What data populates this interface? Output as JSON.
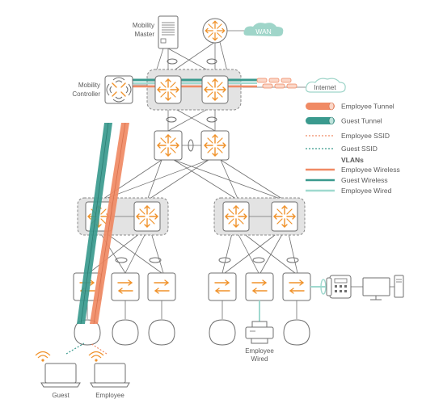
{
  "labels": {
    "mobility_master": [
      "Mobility",
      "Master"
    ],
    "mobility_controller": [
      "Mobility",
      "Controller"
    ],
    "wan": "WAN",
    "internet": "Internet",
    "employee_wired": [
      "Employee",
      "Wired"
    ],
    "guest": "Guest",
    "employee": "Employee"
  },
  "legend": {
    "employee_tunnel": "Employee Tunnel",
    "guest_tunnel": "Guest Tunnel",
    "employee_ssid": "Employee SSID",
    "guest_ssid": "Guest SSID",
    "vlans_heading": "VLANs",
    "employee_wireless": "Employee Wireless",
    "guest_wireless": "Guest Wireless",
    "employee_wired_vlan": "Employee Wired"
  },
  "colors": {
    "employee": "#f08a64",
    "guest": "#3a9a8e",
    "wired": "#9fd9cf",
    "icon_orange": "#f0922a",
    "line_grey": "#6f6f6f",
    "box_fill": "#ffffff",
    "cluster_fill": "#e3e3e3",
    "wan_cloud": "#9fd5c9"
  }
}
